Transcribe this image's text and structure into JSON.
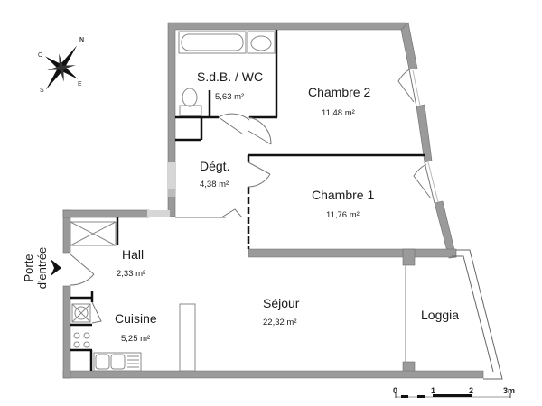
{
  "plan": {
    "colors": {
      "wall": "#9a9a9a",
      "wall_stroke": "#6e6e6e",
      "partition": "#111111",
      "fixture": "#8a8a8a",
      "background": "#ffffff"
    },
    "rooms": [
      {
        "id": "sdb",
        "name": "S.d.B. / WC",
        "area": "5,63 m²"
      },
      {
        "id": "chambre2",
        "name": "Chambre 2",
        "area": "11,48 m²"
      },
      {
        "id": "degt",
        "name": "Dégt.",
        "area": "4,38 m²"
      },
      {
        "id": "chambre1",
        "name": "Chambre 1",
        "area": "11,76 m²"
      },
      {
        "id": "hall",
        "name": "Hall",
        "area": "2,33 m²"
      },
      {
        "id": "cuisine",
        "name": "Cuisine",
        "area": "5,25 m²"
      },
      {
        "id": "sejour",
        "name": "Séjour",
        "area": "22,32 m²"
      },
      {
        "id": "loggia",
        "name": "Loggia",
        "area": ""
      }
    ],
    "entrance": {
      "line1": "Porte",
      "line2": "d'entrée"
    },
    "compass": {
      "n": "N",
      "e": "E",
      "s": "S",
      "o": "O"
    },
    "scale": {
      "ticks": [
        "0",
        "1",
        "2",
        "3m"
      ]
    }
  }
}
